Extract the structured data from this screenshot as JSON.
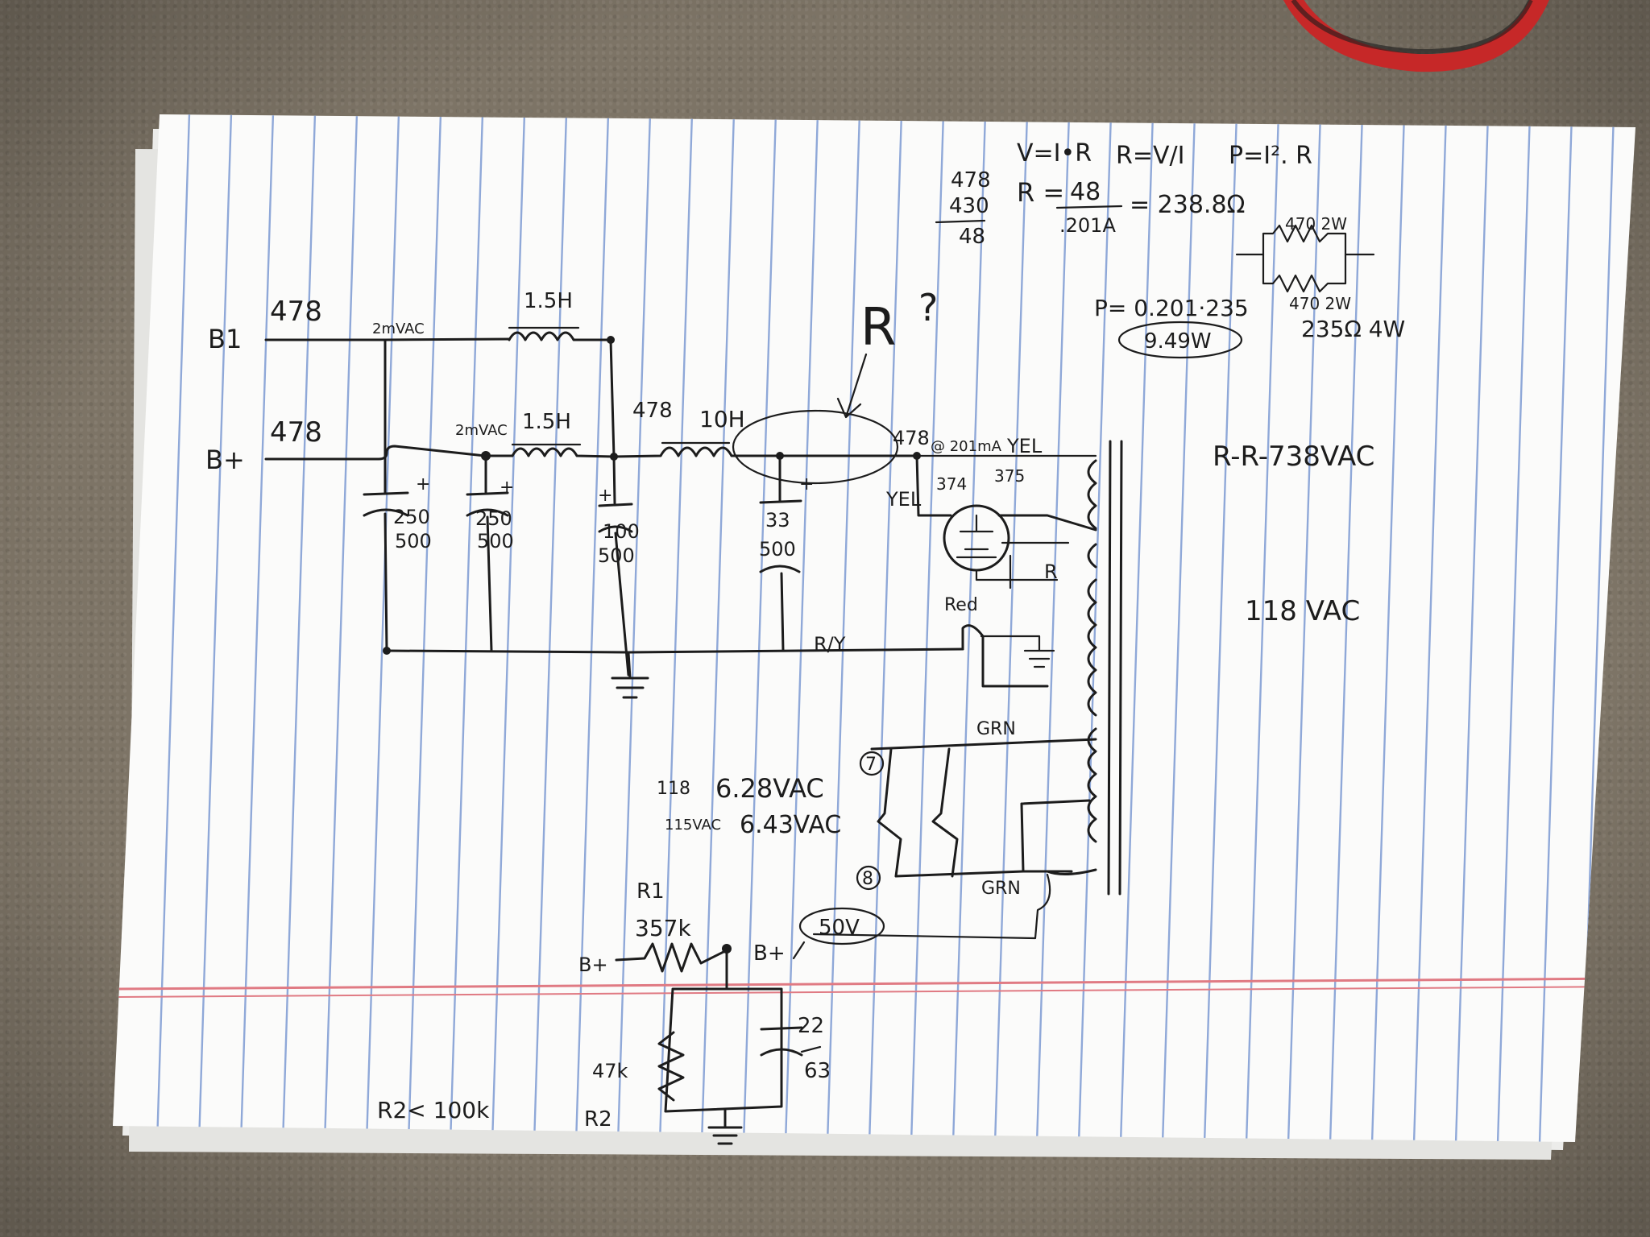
{
  "colors": {
    "paper": "#fbfbfa",
    "rule_blue": "#8fa8d8",
    "margin_red": "#e07a83",
    "ink": "#1c1c1c",
    "carpet": "#7d7466",
    "cable_red": "#c62828"
  },
  "formulas": {
    "ohms_law": "V=I•R",
    "r_eq": "R=V/I",
    "power_eq": "P=I². R"
  },
  "calc": {
    "sub_top": "478",
    "sub_mid": "430",
    "sub_result": "48",
    "r_label": "R =",
    "r_num": "48",
    "r_den": ".201A",
    "r_result": "= 238.8Ω",
    "power_line": "P= 0.201·235",
    "power_result": "9.49W"
  },
  "parallel_resistors": {
    "r1": "470 2W",
    "r2": "470 2W",
    "total": "235Ω 4W"
  },
  "notes": {
    "hv_secondary": "R-R-738VAC",
    "mains_primary": "118 VAC",
    "question": "?",
    "r_mark": "R"
  },
  "supply": {
    "b1_label": "B1",
    "b1_voltage": "478",
    "b2_label": "B+",
    "b2_voltage": "478",
    "amp_a": "2mVAC",
    "amp_b": "2mVAC",
    "choke1": "1.5H",
    "choke2": "1.5H",
    "node_voltage": "478",
    "choke3": "10H",
    "out_voltage": "478",
    "out_current": "@ 201mA"
  },
  "caps": {
    "c1_value": "250",
    "c1_volt": "500",
    "c2_value": "250",
    "c2_volt": "500",
    "c3_value": "100",
    "c3_volt": "500",
    "c4_value": "33",
    "c4_volt": "500"
  },
  "rectifier": {
    "yel_left": "YEL",
    "yel_right": "YEL",
    "pin_left": "374",
    "pin_right": "375",
    "red": "Red",
    "r_tap": "R",
    "ct": "R/Y"
  },
  "heater": {
    "pin7": "7",
    "pin8": "8",
    "grn_top": "GRN",
    "grn_bottom": "GRN",
    "reading1_mains": "118",
    "reading1": "6.28VAC",
    "reading2_mains": "115VAC",
    "reading2": "6.43VAC"
  },
  "divider": {
    "r1_name": "R1",
    "r1_value": "357k",
    "b_in": "B+",
    "b_out": "B+",
    "out_voltage": "50V",
    "cap_value": "22",
    "cap_volt": "63",
    "r2_value": "47k",
    "r2_name": "R2",
    "constraint": "R2< 100k"
  }
}
